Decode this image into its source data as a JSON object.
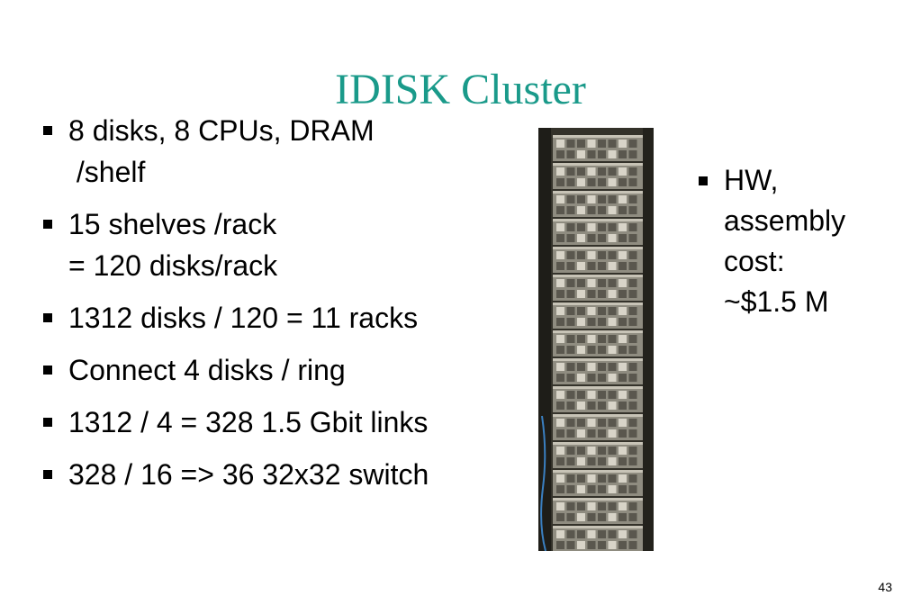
{
  "slide": {
    "title": "IDISK Cluster",
    "bullets": [
      {
        "line1": "8 disks, 8 CPUs, DRAM",
        "line2": " /shelf"
      },
      {
        "line1": "15 shelves /rack",
        "line2": "= 120 disks/rack"
      },
      {
        "line1": "1312 disks / 120 = 11 racks",
        "line2": ""
      },
      {
        "line1": "Connect 4 disks / ring",
        "line2": ""
      },
      {
        "line1": "1312 / 4 = 328 1.5 Gbit links",
        "line2": ""
      },
      {
        "line1": "328 / 16 => 36 32x32 switch",
        "line2": ""
      }
    ],
    "side_bullet": {
      "lines": [
        "HW,",
        "assembly",
        "cost:",
        "~$1.5 M"
      ]
    },
    "page_number": "43"
  }
}
